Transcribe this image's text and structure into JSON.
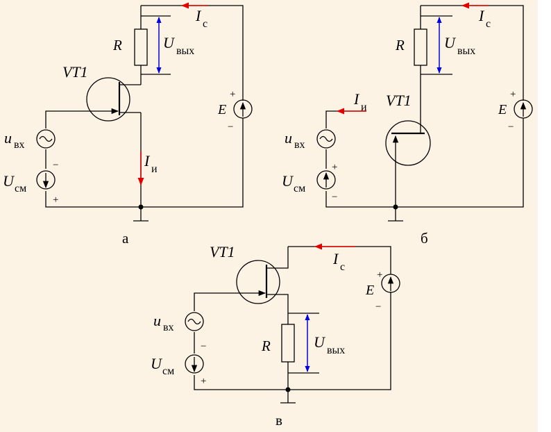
{
  "colors": {
    "background": "#FDF3E5",
    "wire": "#000000",
    "current_arrow": "#E00000",
    "voltage_arrow": "#0000E0"
  },
  "circuit_a": {
    "caption": "а",
    "transistor_label": "VT1",
    "resistor_label": "R",
    "output_voltage": {
      "main": "U",
      "sub": "вых"
    },
    "collector_current": {
      "main": "I",
      "sub": "с"
    },
    "source_current": {
      "main": "I",
      "sub": "и"
    },
    "supply": {
      "label": "E",
      "plus": "+",
      "minus": "−"
    },
    "input": {
      "main": "u",
      "sub": "вх"
    },
    "bias": {
      "main": "U",
      "sub": "см",
      "plus": "+",
      "minus": "−"
    }
  },
  "circuit_b": {
    "caption": "б",
    "transistor_label": "VT1",
    "resistor_label": "R",
    "output_voltage": {
      "main": "U",
      "sub": "вых"
    },
    "collector_current": {
      "main": "I",
      "sub": "с"
    },
    "source_current": {
      "main": "I",
      "sub": "и"
    },
    "supply": {
      "label": "E",
      "plus": "+",
      "minus": "−"
    },
    "input": {
      "main": "u",
      "sub": "вх"
    },
    "bias": {
      "main": "U",
      "sub": "см",
      "plus": "+",
      "minus": "−"
    }
  },
  "circuit_c": {
    "caption": "в",
    "transistor_label": "VT1",
    "resistor_label": "R",
    "output_voltage": {
      "main": "U",
      "sub": "вых"
    },
    "collector_current": {
      "main": "I",
      "sub": "с"
    },
    "supply": {
      "label": "E",
      "plus": "+",
      "minus": "−"
    },
    "input": {
      "main": "u",
      "sub": "вх"
    },
    "bias": {
      "main": "U",
      "sub": "см",
      "plus": "+",
      "minus": "−"
    }
  }
}
